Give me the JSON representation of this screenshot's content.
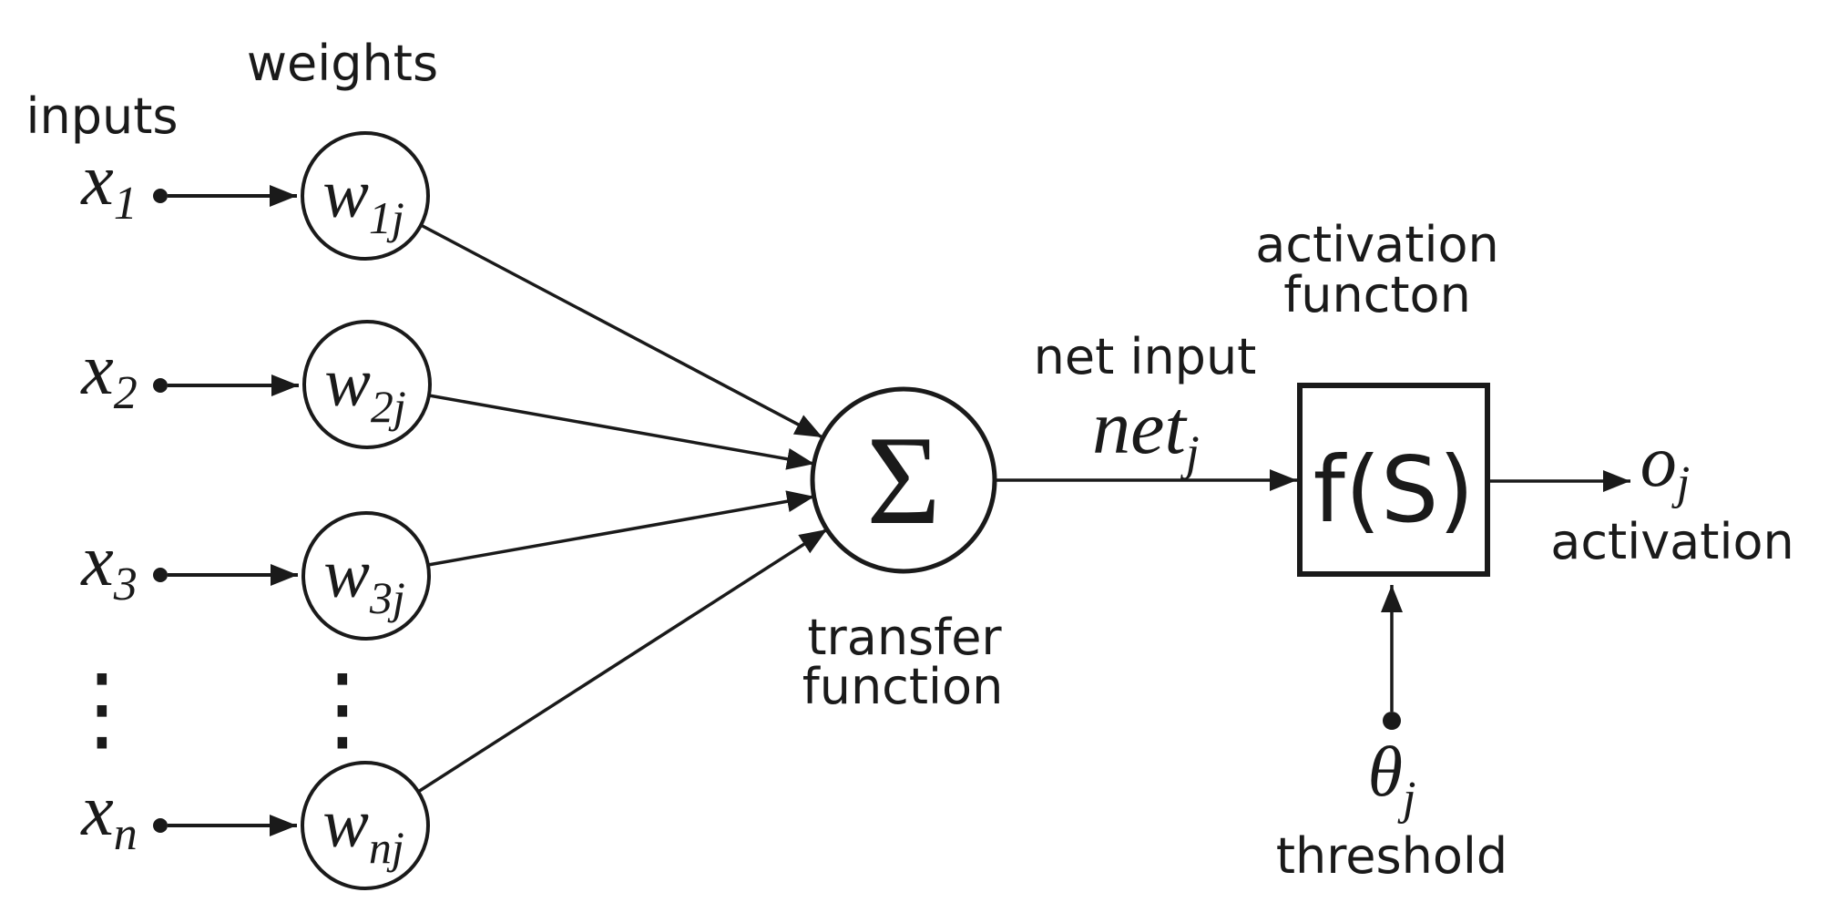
{
  "neuron": {
    "labels": {
      "inputs": "inputs",
      "weights": "weights",
      "transfer_1": "transfer",
      "transfer_2": "function",
      "net_input": "net input",
      "activation_fn_1": "activation",
      "activation_fn_2": "functon",
      "output_activation": "activation",
      "threshold": "threshold"
    },
    "inputs": [
      {
        "var": "x",
        "sub": "1"
      },
      {
        "var": "x",
        "sub": "2"
      },
      {
        "var": "x",
        "sub": "3"
      },
      {
        "var": "x",
        "sub": "n"
      }
    ],
    "weights": [
      {
        "var": "w",
        "sub": "1j"
      },
      {
        "var": "w",
        "sub": "2j"
      },
      {
        "var": "w",
        "sub": "3j"
      },
      {
        "var": "w",
        "sub": "nj"
      }
    ],
    "sum_symbol": "Σ",
    "net_var": {
      "var": "net",
      "sub": "j"
    },
    "activation_box": "f(S)",
    "output_var": {
      "var": "o",
      "sub": "j"
    },
    "threshold_var": {
      "var": "θ",
      "sub": "j"
    },
    "ellipsis": "⋮",
    "colors": {
      "ink": "#1a1a1a",
      "background": "#ffffff"
    }
  }
}
